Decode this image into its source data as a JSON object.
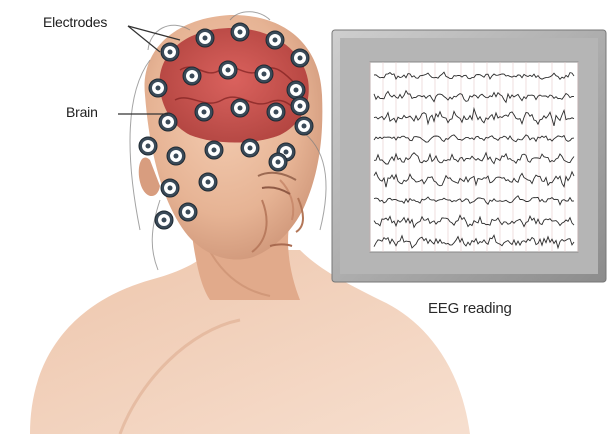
{
  "labels": {
    "electrodes": "Electrodes",
    "brain": "Brain",
    "eeg_reading": "EEG reading"
  },
  "colors": {
    "skin": "#e8b89a",
    "skin_shadow": "#c98f72",
    "brain": "#c43c3c",
    "electrode_ring": "#ffffff",
    "electrode_core": "#3a4a58",
    "monitor_frame": "#9c9c9c",
    "monitor_screen": "#ffffff",
    "trace": "#2b2b2b"
  },
  "icons": {
    "electrode": "electrode-icon",
    "monitor": "eeg-monitor-icon"
  },
  "eeg": {
    "channels": 9
  }
}
